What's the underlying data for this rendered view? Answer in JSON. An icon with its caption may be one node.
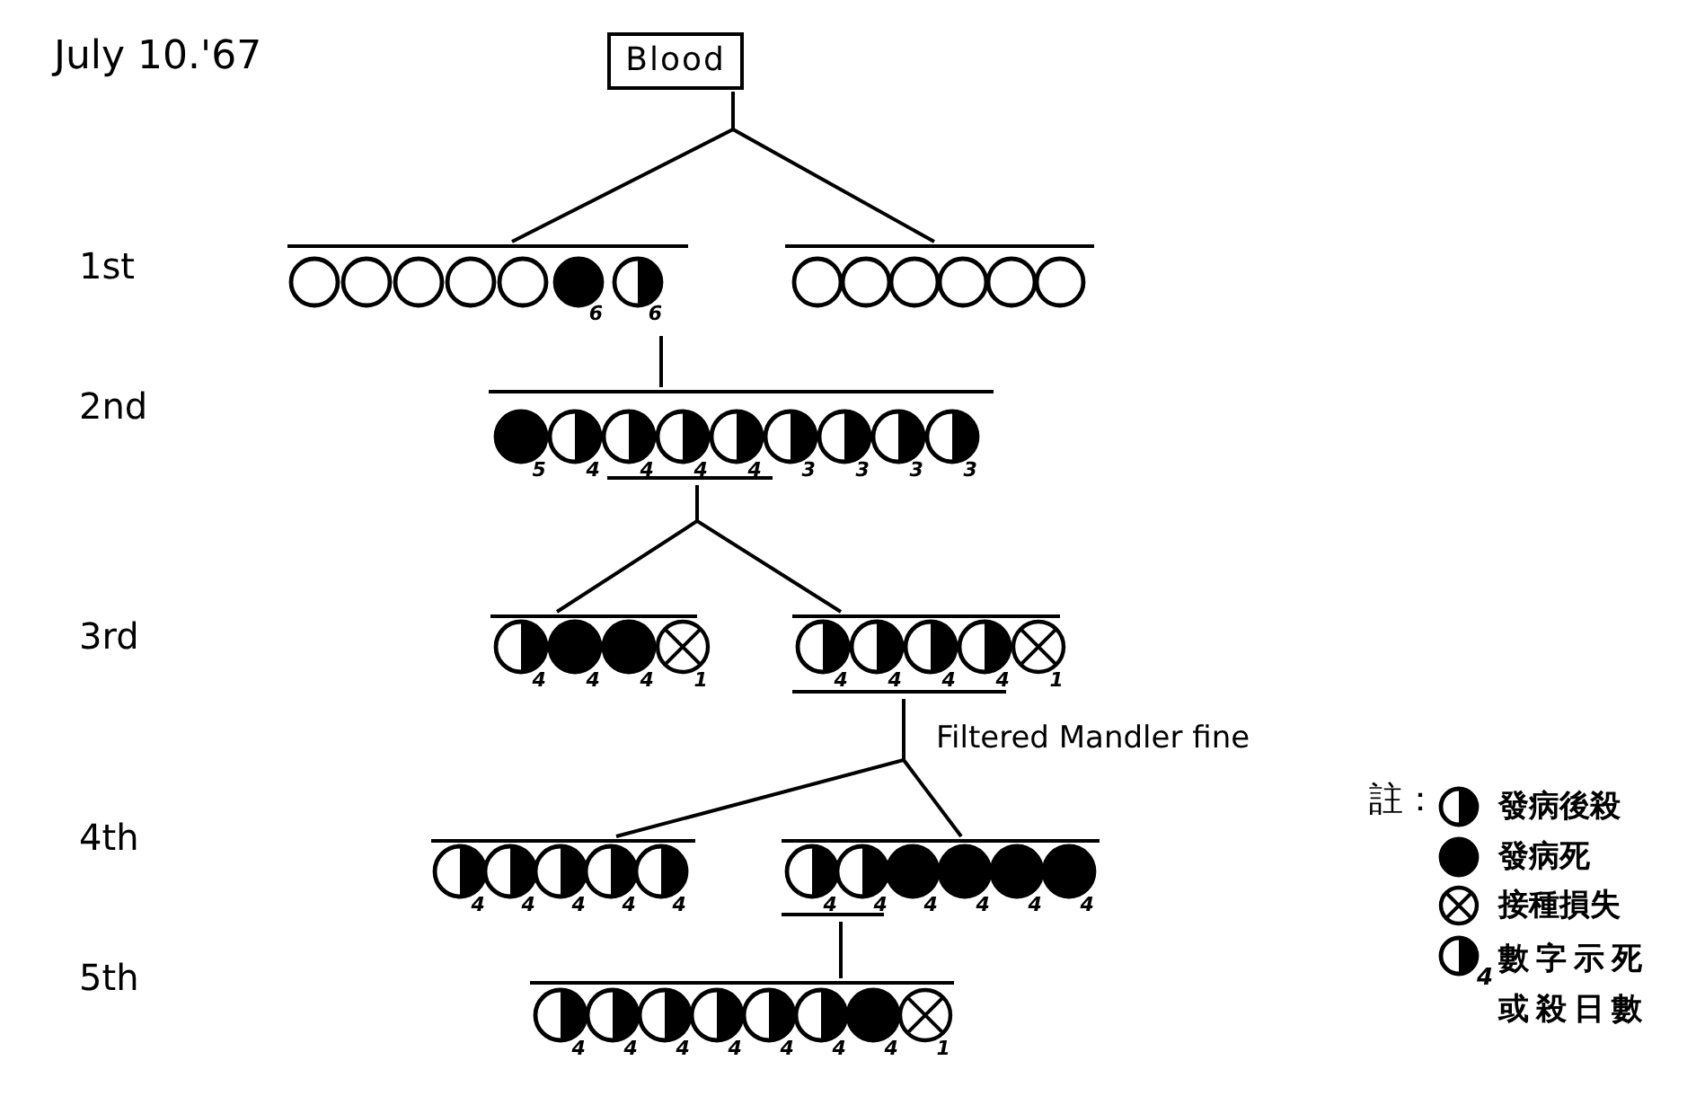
{
  "diagram": {
    "nodes": [
      {
        "text": [
          "Blood"
        ]
      },
      {
        "text": [
          "6",
          "6"
        ]
      },
      {
        "text": [],
        "shape": "bar"
      },
      {
        "text": [
          "5",
          "4",
          "4",
          "4",
          "4",
          "3",
          "3",
          "3",
          "3"
        ]
      },
      {
        "text": [
          "4",
          "4",
          "4",
          "1"
        ]
      },
      {
        "text": [
          "4",
          "4",
          "4",
          "4",
          "1"
        ]
      },
      {
        "text": [
          "4",
          "4",
          "4",
          "4",
          "4"
        ]
      },
      {
        "text": [
          "4",
          "4",
          "4",
          "4",
          "4",
          "4"
        ]
      },
      {
        "text": [
          "4",
          "4",
          "4",
          "4",
          "4",
          "4",
          "4",
          "1"
        ]
      }
    ],
    "edges": [
      {
        "from": 0,
        "to": 1,
        "arrow": "none"
      },
      {
        "from": 0,
        "to": 2,
        "arrow": "none"
      },
      {
        "from": 1,
        "to": 3,
        "arrow": "none"
      },
      {
        "from": 3,
        "to": 4,
        "arrow": "none"
      },
      {
        "from": 3,
        "to": 5,
        "arrow": "none"
      },
      {
        "from": 5,
        "to": 6,
        "arrow": "none"
      },
      {
        "from": 5,
        "to": 7,
        "arrow": "none"
      },
      {
        "from": 7,
        "to": 8,
        "arrow": "none"
      }
    ],
    "labels": [
      "July 10.'67",
      "1st",
      "2nd",
      "3rd",
      "4th",
      "5th",
      "Filtered Mandler fine",
      "註：",
      "4"
    ],
    "legend": [
      {
        "text": "發病後殺"
      },
      {
        "text": "發病死"
      },
      {
        "text": "接種損失"
      },
      {
        "text": "數字示死或殺日數"
      }
    ]
  }
}
